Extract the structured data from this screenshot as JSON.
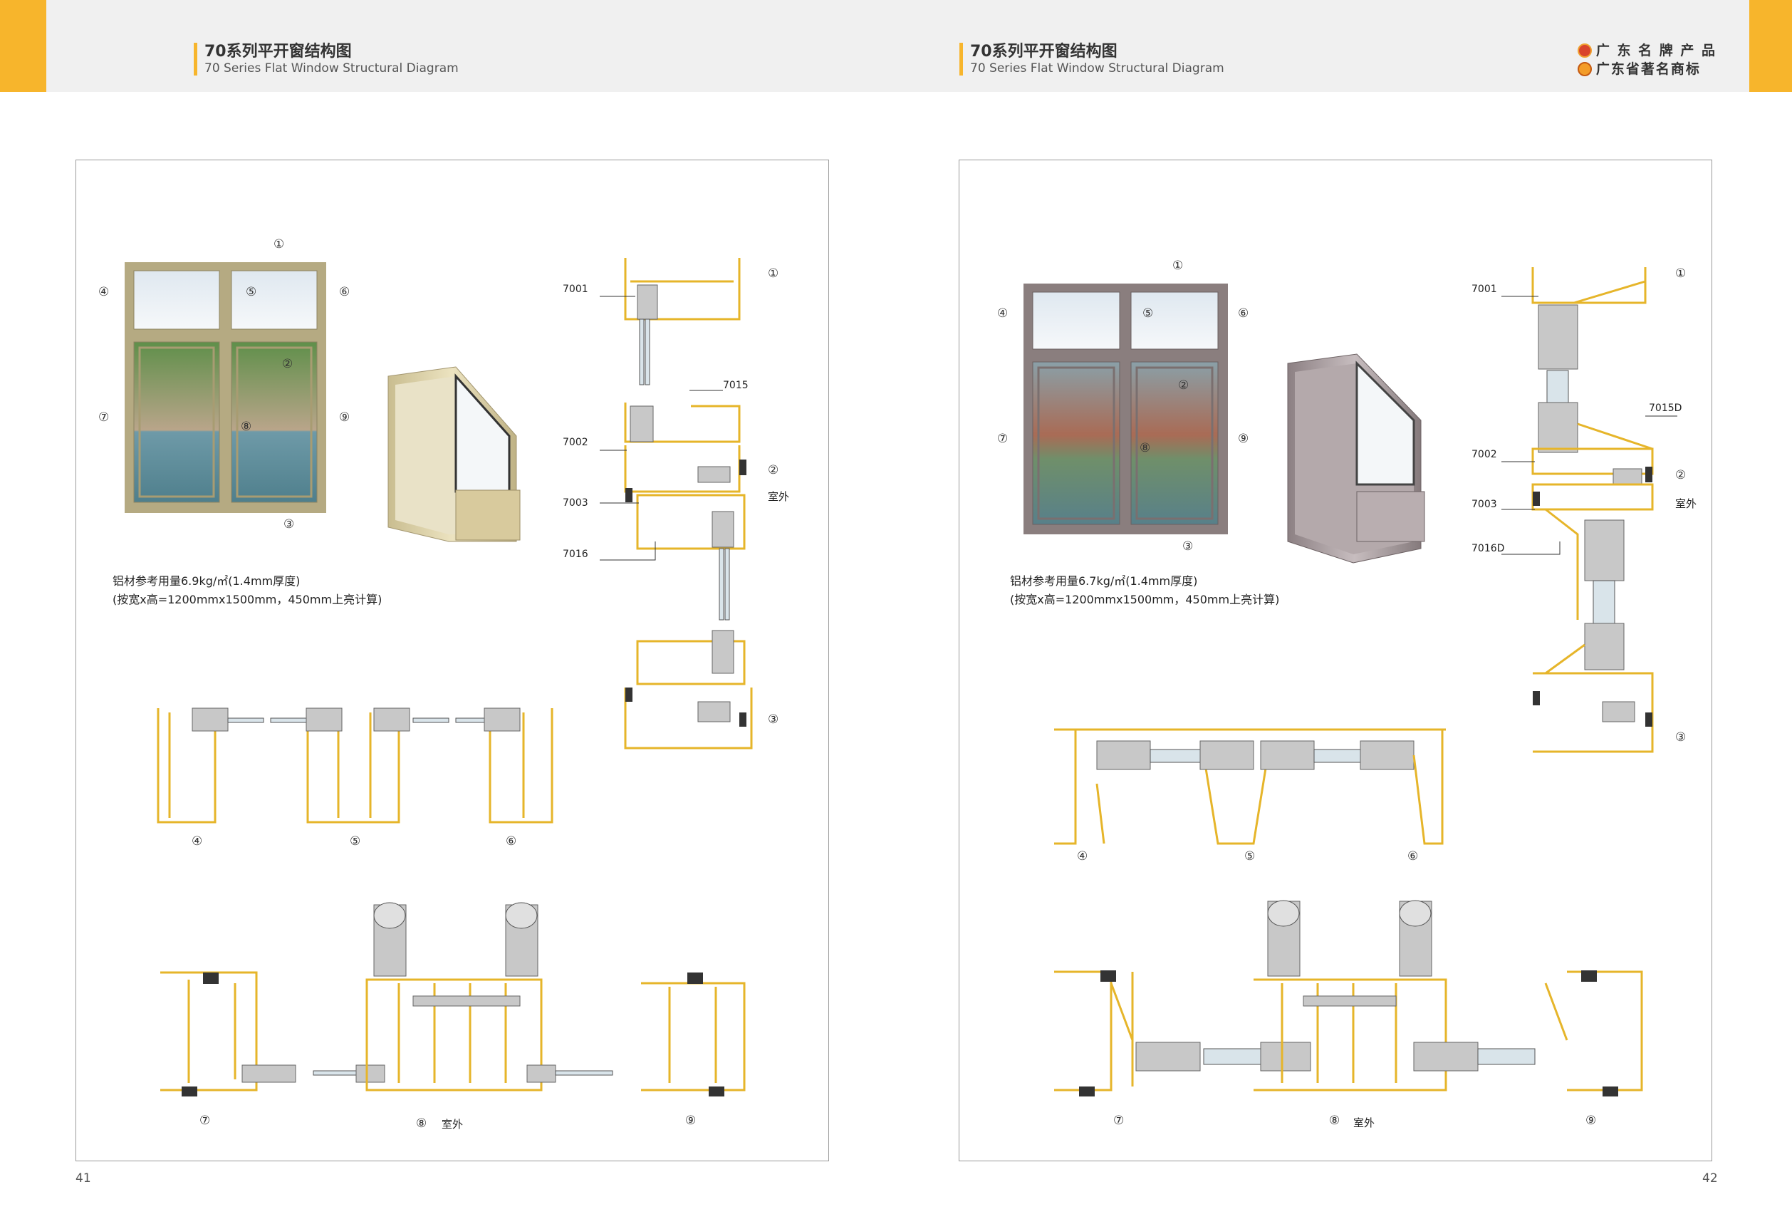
{
  "header": {
    "left": {
      "title_zh": "70系列平开窗结构图",
      "title_en": "70 Series Flat Window Structural Diagram"
    },
    "right": {
      "title_zh": "70系列平开窗结构图",
      "title_en": "70 Series Flat Window Structural Diagram"
    },
    "badges": [
      "广 东 名 牌 产 品",
      "广东省著名商标"
    ]
  },
  "left_page": {
    "page_number": "41",
    "note_line1": "铝材参考用量6.9kg/㎡(1.4mm厚度)",
    "note_line2": "(按宽x高=1200mmx1500mm，450mm上亮计算)",
    "profile_codes": [
      "7001",
      "7015",
      "7002",
      "7003",
      "7016"
    ],
    "outdoor_label": "室外",
    "frame_color": "#b5aa82"
  },
  "right_page": {
    "page_number": "42",
    "note_line1": "铝材参考用量6.7kg/㎡(1.4mm厚度)",
    "note_line2": "(按宽x高=1200mmx1500mm，450mm上亮计算)",
    "profile_codes": [
      "7001",
      "7015D",
      "7002",
      "7003",
      "7016D"
    ],
    "outdoor_label": "室外",
    "frame_color": "#8a7e7e"
  },
  "markers": [
    "①",
    "②",
    "③",
    "④",
    "⑤",
    "⑥",
    "⑦",
    "⑧",
    "⑨"
  ],
  "accent_color": "#f7b52c",
  "profile_color": "#e6b52a"
}
